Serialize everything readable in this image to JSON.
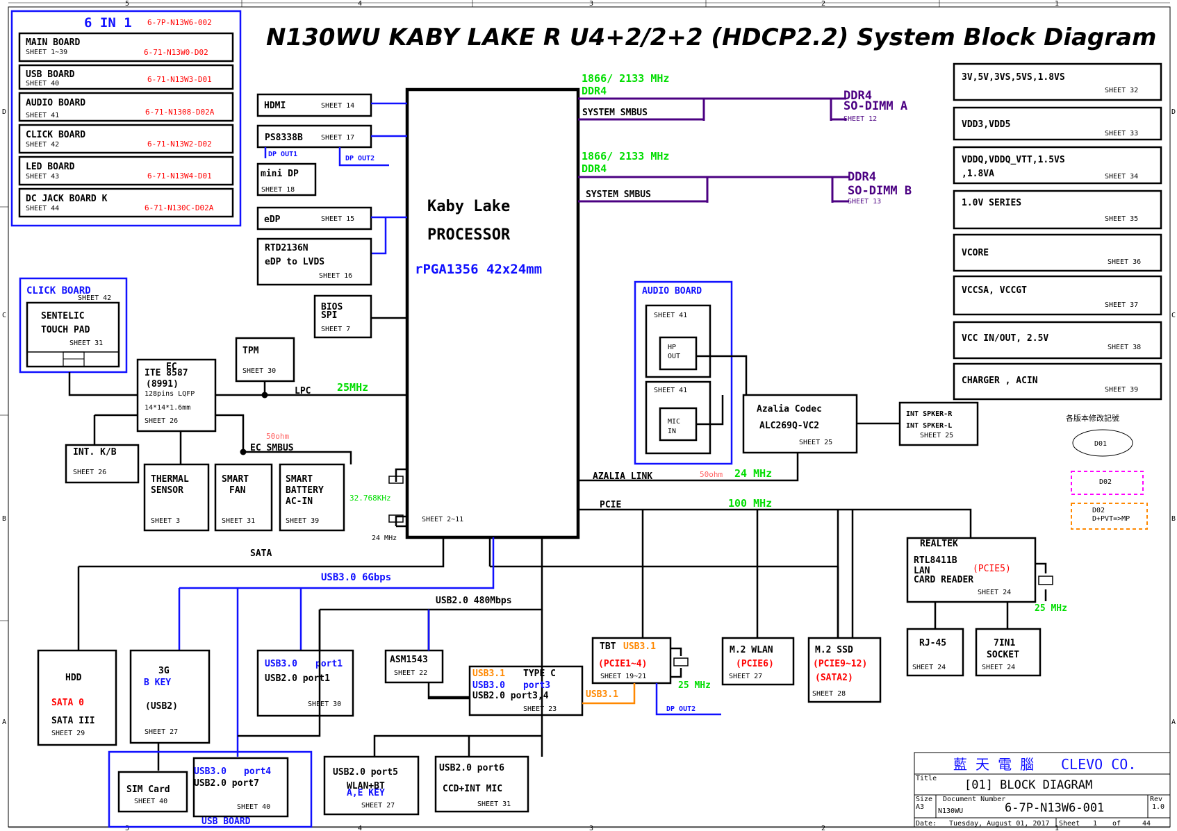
{
  "title": "N130WU KABY LAKE R U4+2/2+2 (HDCP2.2) System Block Diagram",
  "six_in_one": {
    "header": "6 IN 1",
    "header_code": "6-7P-N13W6-002",
    "boards": [
      {
        "name": "MAIN BOARD",
        "sheet": "SHEET 1~39",
        "code": "6-71-N13W0-D02"
      },
      {
        "name": "USB BOARD",
        "sheet": "SHEET 40",
        "code": "6-71-N13W3-D01"
      },
      {
        "name": "AUDIO BOARD",
        "sheet": "SHEET 41",
        "code": "6-71-N1308-D02A"
      },
      {
        "name": "CLICK BOARD",
        "sheet": "SHEET 42",
        "code": "6-71-N13W2-D02"
      },
      {
        "name": "LED BOARD",
        "sheet": "SHEET 43",
        "code": "6-71-N13W4-D01"
      },
      {
        "name": "DC JACK BOARD K",
        "sheet": "SHEET 44",
        "code": "6-71-N130C-D02A"
      }
    ]
  },
  "cpu": {
    "line1": "Kaby Lake",
    "line2": "PROCESSOR",
    "pkg": "rPGA1356  42x24mm",
    "sheet": "SHEET 2~11"
  },
  "left_blocks": {
    "hdmi": {
      "name": "HDMI",
      "sheet": "SHEET 14"
    },
    "ps8338b": {
      "name": "PS8338B",
      "sheet": "SHEET 17",
      "out1": "DP OUT1",
      "out2": "DP OUT2"
    },
    "minidp": {
      "name": "mini  DP",
      "sheet": "SHEET 18"
    },
    "edp": {
      "name": "eDP",
      "sheet": "SHEET 15"
    },
    "rtd": {
      "name": "RTD2136N",
      "desc": "eDP to LVDS",
      "sheet": "SHEET 16"
    },
    "bios": {
      "name1": "BIOS",
      "name2": "SPI",
      "sheet": "SHEET 7"
    },
    "tpm": {
      "name": "TPM",
      "sheet": "SHEET 30"
    }
  },
  "click_board": {
    "label": "CLICK BOARD",
    "sheet": "SHEET 42",
    "pad1": "SENTELIC",
    "pad2": "TOUCH PAD",
    "pad_sheet": "SHEET 31"
  },
  "ec": {
    "tag": "EC",
    "name": "ITE 8587",
    "sub": "(8991)",
    "pkg": "128pins LQFP",
    "size": "14*14*1.6mm",
    "sheet": "SHEET 26"
  },
  "lpc": {
    "label": "LPC",
    "freq": "25MHz"
  },
  "ec_smbus": {
    "label": "EC SMBUS",
    "ohm": "50ohm"
  },
  "ec_children": {
    "kb": {
      "name": "INT. K/B",
      "sheet": "SHEET 26"
    },
    "thermal": {
      "l1": "THERMAL",
      "l2": "SENSOR",
      "sheet": "SHEET 3"
    },
    "fan": {
      "l1": "SMART",
      "l2": "FAN",
      "sheet": "SHEET 31"
    },
    "battery": {
      "l1": "SMART",
      "l2": "BATTERY",
      "l3": "AC-IN",
      "sheet": "SHEET 39"
    }
  },
  "clocks": {
    "rtc": "32.768KHz",
    "main": "24 MHz"
  },
  "memory": {
    "a": {
      "freq": "1866/ 2133 MHz",
      "type": "DDR4",
      "bus": "SYSTEM SMBUS",
      "dimm1": "DDR4",
      "dimm2": "SO-DIMM A",
      "sheet": "SHEET 12"
    },
    "b": {
      "freq": "1866/ 2133 MHz",
      "type": "DDR4",
      "bus": "SYSTEM SMBUS",
      "dimm1": "DDR4",
      "dimm2": "SO-DIMM B",
      "sheet": "SHEET 13"
    }
  },
  "power": [
    {
      "name": "3V,5V,3VS,5VS,1.8VS",
      "sheet": "SHEET 32"
    },
    {
      "name": "VDD3,VDD5",
      "sheet": "SHEET 33"
    },
    {
      "name": "VDDQ,VDDQ_VTT,1.5VS",
      "name2": ",1.8VA",
      "sheet": "SHEET 34"
    },
    {
      "name": "1.0V SERIES",
      "sheet": "SHEET 35"
    },
    {
      "name": "VCORE",
      "sheet": "SHEET 36"
    },
    {
      "name": "VCCSA,  VCCGT",
      "sheet": "SHEET 37"
    },
    {
      "name": "VCC IN/OUT,  2.5V",
      "sheet": "SHEET 38"
    },
    {
      "name": "CHARGER , ACIN",
      "sheet": "SHEET 39"
    }
  ],
  "audio": {
    "board": "AUDIO BOARD",
    "hp": {
      "sheet": "SHEET 41",
      "l1": "HP",
      "l2": "OUT"
    },
    "mic": {
      "sheet": "SHEET 41",
      "l1": "MIC",
      "l2": "IN"
    },
    "codec": {
      "l1": "Azalia Codec",
      "l2": "ALC269Q-VC2",
      "sheet": "SHEET 25"
    },
    "spk": {
      "l1": "INT SPKER-R",
      "l2": "INT SPKER-L",
      "sheet": "SHEET 25"
    },
    "link": {
      "label": "AZALIA LINK",
      "ohm": "50ohm",
      "freq": "24 MHz"
    }
  },
  "revision": {
    "note": "各版本修改記號",
    "d01": "D01",
    "d02": "D02",
    "d02b1": "D02",
    "d02b2": "D+PVT=>MP"
  },
  "pcie": {
    "label": "PCIE",
    "freq": "100 MHz"
  },
  "realtek": {
    "l1": "REALTEK",
    "l2": "RTL8411B",
    "l3": "LAN",
    "pcie": "(PCIE5)",
    "l4": "CARD READER",
    "sheet": "SHEET 24",
    "clk": "25 MHz"
  },
  "rj45": {
    "name": "RJ-45",
    "sheet": "SHEET 24"
  },
  "sock": {
    "l1": "7IN1",
    "l2": "SOCKET",
    "sheet": "SHEET 24"
  },
  "sata": {
    "label": "SATA"
  },
  "usb3_bus": {
    "label": "USB3.0  6Gbps"
  },
  "usb2_bus": {
    "label": "USB2.0  480Mbps"
  },
  "hdd": {
    "name": "HDD",
    "sata": "SATA 0",
    "iii": "SATA III",
    "sheet": "SHEET 29"
  },
  "g3": {
    "l1": "3G",
    "l2": "B KEY",
    "l3": "(USB2)",
    "sheet": "SHEET 27"
  },
  "usbp1": {
    "l1a": "USB3.0",
    "l1b": "port1",
    "l2": "USB2.0  port1",
    "sheet": "SHEET 30"
  },
  "asm": {
    "name": "ASM1543",
    "sheet": "SHEET 22"
  },
  "typec": {
    "a1": "USB3.1",
    "a2": "TYPE C",
    "b1": "USB3.0",
    "b2": "port3",
    "c": "USB2.0  port3,4",
    "sheet": "SHEET 23",
    "out": "USB3.1",
    "dp": "DP OUT2"
  },
  "tbt": {
    "l1a": "TBT",
    "l1b": "USB3.1",
    "l2": "(PCIE1~4)",
    "sheet": "SHEET 19~21",
    "clk": "25 MHz"
  },
  "wlan": {
    "l1": "M.2 WLAN",
    "l2": "(PCIE6)",
    "sheet": "SHEET 27"
  },
  "ssd": {
    "l1": "M.2 SSD",
    "l2": "(PCIE9~12)",
    "l3": "(SATA2)",
    "sheet": "SHEET 28"
  },
  "usb_board": {
    "label": "USB BOARD",
    "sim1": "SIM Card",
    "sim_sheet": "SHEET 40",
    "p4a": "USB3.0",
    "p4b": "port4",
    "p7": "USB2.0  port7",
    "sheet": "SHEET 40"
  },
  "p5": {
    "l1": "USB2.0  port5",
    "l2": "WLAN+BT",
    "l3": "A,E KEY",
    "sheet": "SHEET 27"
  },
  "p6": {
    "l1": "USB2.0  port6",
    "l2": "CCD+INT MIC",
    "sheet": "SHEET 31"
  },
  "titleblock": {
    "company_cn": "藍 天 電 腦",
    "company": "CLEVO CO.",
    "title_lbl": "Title",
    "title": "[01] BLOCK DIAGRAM",
    "size_lbl": "Size",
    "size": "A3",
    "docnum_lbl": "Document Number",
    "model": "N130WU",
    "docnum": "6-7P-N13W6-001",
    "rev_lbl": "Rev",
    "rev": "1.0",
    "date_lbl": "Date:",
    "date": "Tuesday, August 01, 2017",
    "sheet_lbl": "Sheet",
    "sheet": "1",
    "of": "of",
    "total": "44"
  },
  "frame": {
    "top": [
      "5",
      "4",
      "3",
      "2",
      "1"
    ],
    "side": [
      "D",
      "C",
      "B",
      "A"
    ]
  },
  "colors": {
    "blue": "#1010ff",
    "green": "#00dd00",
    "red": "#ff0000",
    "purple": "#4b0082",
    "orange": "#ff8800",
    "magenta": "#ff00ff",
    "salmon": "#ff6060"
  }
}
